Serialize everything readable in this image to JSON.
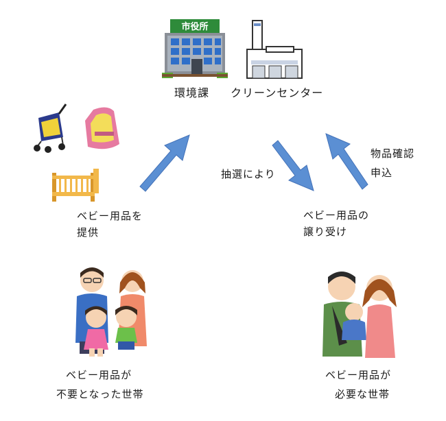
{
  "top": {
    "city_hall_sign": "市役所",
    "label_left": "環境課",
    "label_right": "クリーンセンター"
  },
  "left_flow": {
    "line1": "ベビー用品を",
    "line2": "提供"
  },
  "middle": {
    "lottery": "抽選により"
  },
  "right_flow": {
    "request_line1": "物品確認",
    "request_line2": "申込",
    "receive_line1": "ベビー用品の",
    "receive_line2": "譲り受け"
  },
  "bottom_left": {
    "line1": "ベビー用品が",
    "line2": "不要となった世帯"
  },
  "bottom_right": {
    "line1": "ベビー用品が",
    "line2": "必要な世帯"
  },
  "colors": {
    "arrow": "#5b8fd3",
    "arrow_stroke": "#4472b8",
    "sign_green": "#2e8b3a"
  }
}
